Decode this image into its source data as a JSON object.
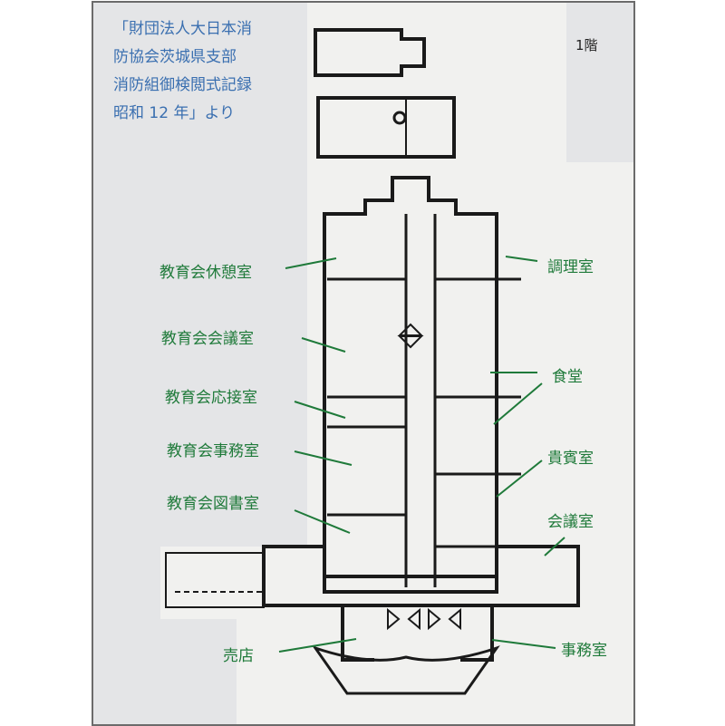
{
  "source_note": [
    "「財団法人大日本消",
    "防協会茨城県支部",
    "消防組御検閲式記録",
    "昭和 12 年」より"
  ],
  "floor_label": "1階",
  "rooms_left": [
    "教育会休憩室",
    "教育会会議室",
    "教育会応接室",
    "教育会事務室",
    "教育会図書室",
    "売店"
  ],
  "rooms_right": [
    "調理室",
    "食堂",
    "貴賓室",
    "会議室",
    "事務室"
  ],
  "colors": {
    "label": "#1f7a3a",
    "note": "#3a6fb0"
  }
}
